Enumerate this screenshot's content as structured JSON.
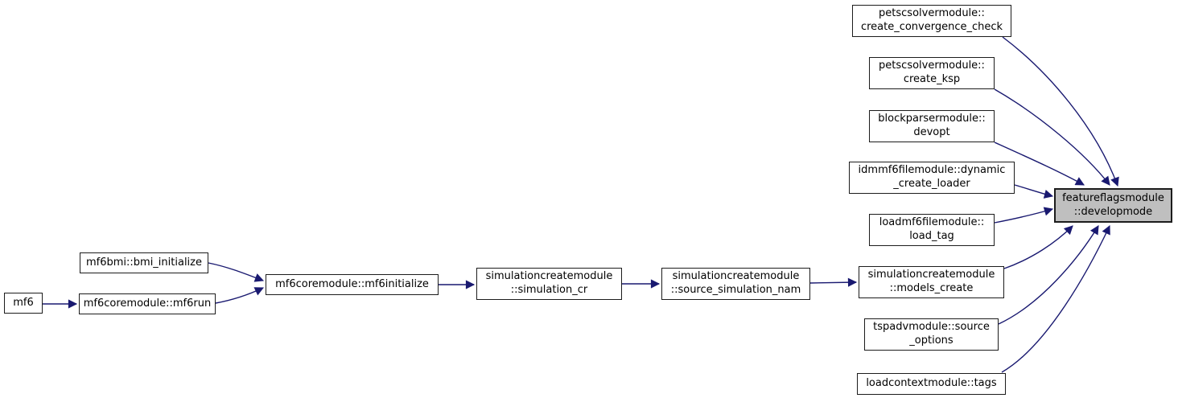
{
  "colors": {
    "edge": "#191970",
    "node_border": "#1c1c1c",
    "node_fill": "#ffffff",
    "target_fill": "#bfbfbf",
    "background": "#ffffff"
  },
  "nodes": {
    "mf6": {
      "label": "mf6"
    },
    "bmi_initialize": {
      "label": "mf6bmi::bmi_initialize"
    },
    "mf6run": {
      "label": "mf6coremodule::mf6run"
    },
    "mf6initialize": {
      "label": "mf6coremodule::mf6initialize"
    },
    "simulation_cr": {
      "label": "simulationcreatemodule\n::simulation_cr"
    },
    "source_simulation_nam": {
      "label": "simulationcreatemodule\n::source_simulation_nam"
    },
    "create_convergence_check": {
      "label": "petscsolvermodule::\ncreate_convergence_check"
    },
    "create_ksp": {
      "label": "petscsolvermodule::\ncreate_ksp"
    },
    "devopt": {
      "label": "blockparsermodule::\ndevopt"
    },
    "dynamic_create_loader": {
      "label": "idmmf6filemodule::dynamic\n_create_loader"
    },
    "load_tag": {
      "label": "loadmf6filemodule::\nload_tag"
    },
    "models_create": {
      "label": "simulationcreatemodule\n::models_create"
    },
    "source_options": {
      "label": "tspadvmodule::source\n_options"
    },
    "tags": {
      "label": "loadcontextmodule::tags"
    },
    "developmode": {
      "label": "featureflagsmodule\n::developmode"
    }
  }
}
